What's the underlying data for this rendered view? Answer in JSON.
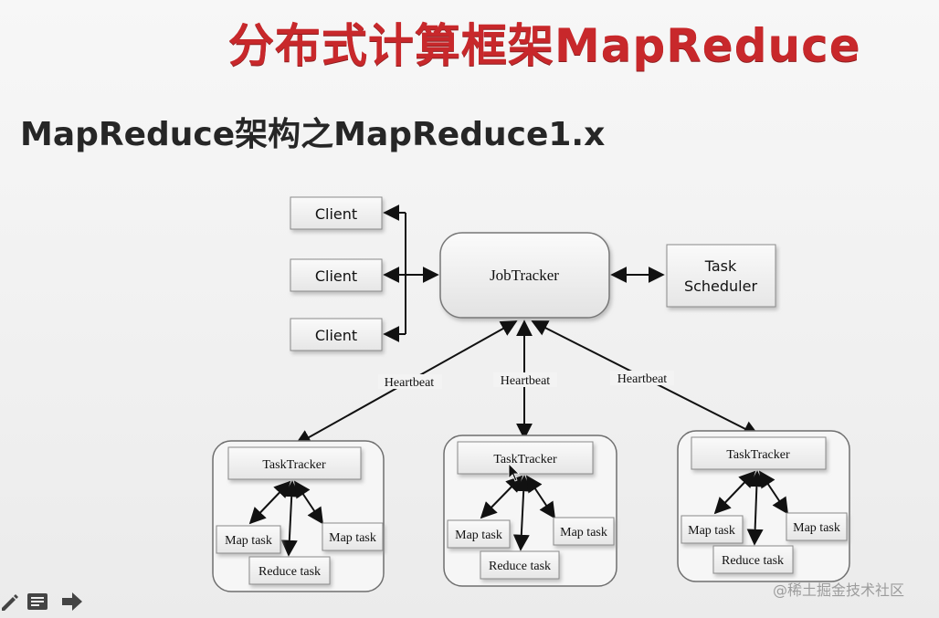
{
  "slide": {
    "title": "分布式计算框架MapReduce",
    "subtitle": "MapReduce架构之MapReduce1.x"
  },
  "diagram": {
    "clients": [
      "Client",
      "Client",
      "Client"
    ],
    "job_tracker": "JobTracker",
    "task_scheduler": [
      "Task",
      "Scheduler"
    ],
    "heartbeat_labels": [
      "Heartbeat",
      "Heartbeat",
      "Heartbeat"
    ],
    "task_tracker_groups": [
      {
        "tracker": "TaskTracker",
        "map_left": "Map task",
        "map_right": "Map task",
        "reduce": "Reduce task"
      },
      {
        "tracker": "TaskTracker",
        "map_left": "Map task",
        "map_right": "Map task",
        "reduce": "Reduce task"
      },
      {
        "tracker": "TaskTracker",
        "map_left": "Map task",
        "map_right": "Map task",
        "reduce": "Reduce task"
      }
    ]
  },
  "watermark": "@稀土掘金技术社区",
  "toolbar": {
    "icons": [
      "pen-icon",
      "notes-icon",
      "next-arrow-icon"
    ]
  }
}
